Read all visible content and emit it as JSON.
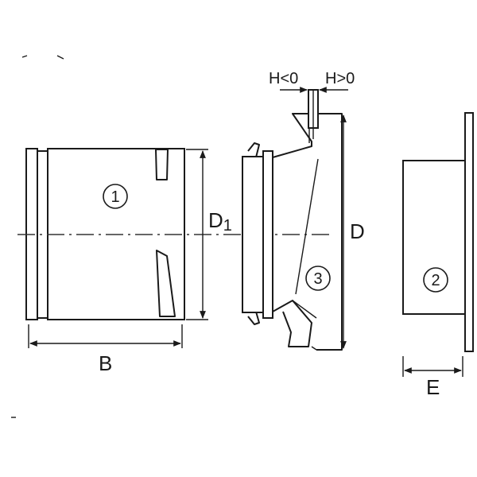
{
  "labels": {
    "b": "B",
    "d1": "D",
    "d1_sub": "1",
    "d": "D",
    "e": "E",
    "h_neg": "H<0",
    "h_pos": "H>0"
  },
  "parts": {
    "part1": "1",
    "part2": "2",
    "part3": "3"
  }
}
